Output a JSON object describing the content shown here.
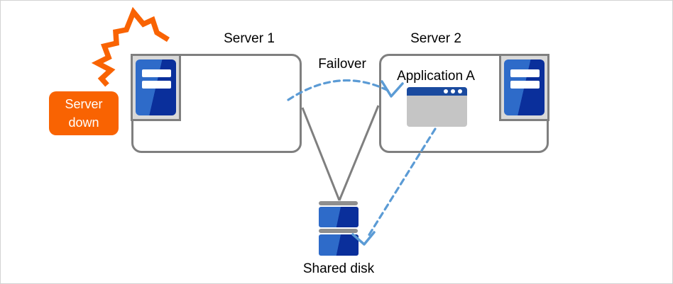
{
  "labels": {
    "server1": "Server 1",
    "server2": "Server 2",
    "failover": "Failover",
    "application": "Application A",
    "shared_disk": "Shared disk"
  },
  "badge": {
    "line1": "Server",
    "line2": "down"
  },
  "icons": {
    "server1_icon": "server-tower-icon",
    "server2_icon": "server-tower-icon",
    "application_icon": "app-window-icon",
    "shared_disk_icon": "disk-stack-icon",
    "crash_icon": "explosion-burst-icon",
    "failover_arrow": "curved-dashed-arrow",
    "app_to_disk_arrow": "dashed-arrow"
  },
  "colors": {
    "accent_orange": "#f96302",
    "arrow_blue": "#5b9bd5",
    "server_blue_light": "#2e6bc9",
    "server_blue_dark": "#0a2f9b",
    "window_titlebar_blue": "#1a4a9f",
    "window_body_gray": "#c5c5c5",
    "line_gray": "#7f7f7f",
    "icon_frame_gray": "#d9d9d9",
    "disk_cap_gray": "#8f8f8f",
    "canvas_border": "#d3d3d3",
    "text_black": "#000000",
    "badge_text_white": "#ffffff"
  }
}
